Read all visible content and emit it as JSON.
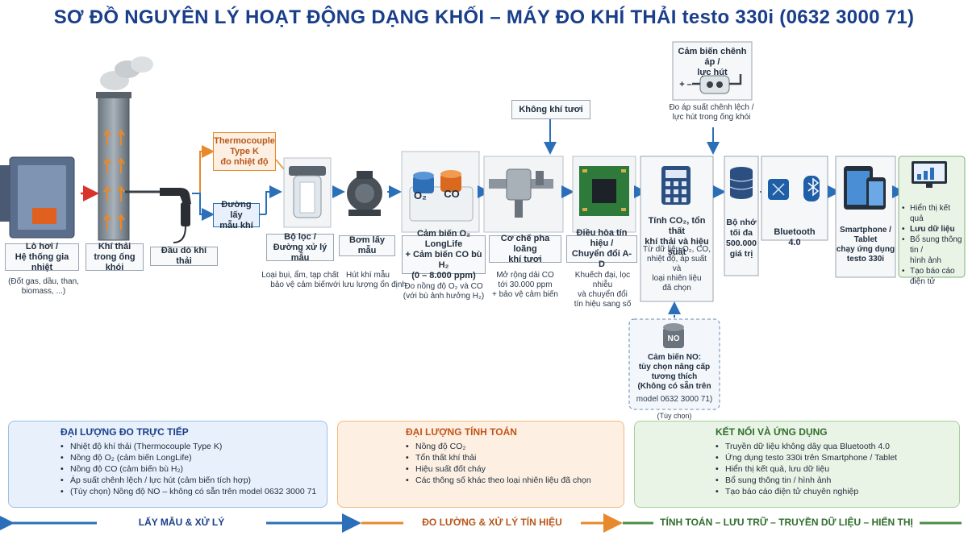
{
  "title": "SƠ ĐỒ NGUYÊN LÝ HOẠT ĐỘNG DẠNG KHỐI – MÁY ĐO KHÍ THẢI testo 330i (0632 3000 71)",
  "boiler": {
    "label": "Lò hơi /\nHệ thống gia nhiệt",
    "note": "(Đốt gas, dầu, than,\nbiomass, ...)"
  },
  "chimney": {
    "label": "Khí thải\ntrong ống khói"
  },
  "probe": {
    "label": "Đầu dò khí thải"
  },
  "thermocouple": {
    "label": "Thermocouple\nType K\nđo nhiệt độ"
  },
  "gas_path": {
    "label": "Đường lấy\nmẫu khí"
  },
  "filter": {
    "label": "Bộ lọc /\nĐường xử lý mẫu",
    "note": "Loại bụi, ẩm, tạp chất\nbảo vệ cảm biến"
  },
  "pump": {
    "label": "Bơm lấy mẫu",
    "note": "Hút khí mẫu\nvới lưu lượng ổn định"
  },
  "sensors": {
    "label_l1": "Cảm biến O₂ LongLife",
    "label_l2": "+ Cảm biến CO bù H₂",
    "label_l3": "(0 – 8.000 ppm)",
    "note": "Đo nồng độ O₂ và CO\n(với bù ảnh hưởng H₂)",
    "o2_tag": "O₂",
    "co_tag": "CO"
  },
  "fresh_air": {
    "label": "Không khí tươi"
  },
  "dilution": {
    "label": "Cơ chế pha loãng\nkhí tươi",
    "note": "Mở rộng dải CO\ntới 30.000 ppm\n+ bảo vệ cảm biến"
  },
  "signal": {
    "label": "Điều hòa tín hiệu /\nChuyển đổi A-D",
    "note": "Khuếch đại, lọc nhiễu\nvà chuyển đổi\ntín hiệu sang số"
  },
  "pressure": {
    "label": "Cảm biến chênh áp /\nlực hút",
    "note": "Đo áp suất chênh lệch /\nlực hút trong ống khói",
    "sign": "+ –"
  },
  "processor": {
    "label": "Tính CO₂, tổn thất\nkhí thải và hiệu suất",
    "note": "Từ dữ liệu O₂, CO,\nnhiệt độ, áp suất và\nloại nhiên liệu\nđã chọn"
  },
  "no_sensor": {
    "label": "Cảm biến NO:\ntùy chọn nâng cấp\ntương thích\n(Không có sẵn trên",
    "label2": "model 0632 3000 71)",
    "tag": "NO",
    "optional": "(Tùy chọn)"
  },
  "memory": {
    "label": "Bộ nhớ\ntối đa\n500.000\ngiá trị"
  },
  "bluetooth": {
    "label": "Bluetooth\n4.0"
  },
  "smartphone": {
    "label": "Smartphone / Tablet\nchạy ứng dụng\ntesto 330i"
  },
  "result": {
    "items": [
      "Hiển thị kết quả",
      "Lưu dữ liệu",
      "Bổ sung thông tin /\nhình ảnh",
      "Tạo báo cáo điện tử"
    ]
  },
  "panel_direct": {
    "title": "ĐẠI LƯỢNG ĐO TRỰC TIẾP",
    "items": [
      "Nhiệt độ khí thải (Thermocouple Type K)",
      "Nồng độ O₂ (cảm biến LongLife)",
      "Nồng độ CO (cảm biến bù H₂)",
      "Áp suất chênh lệch / lực hút (cảm biến tích hợp)",
      "(Tùy chọn) Nồng độ NO – không có sẵn trên model 0632 3000 71"
    ]
  },
  "panel_calc": {
    "title": "ĐẠI LƯỢNG TÍNH TOÁN",
    "items": [
      "Nồng độ CO₂",
      "Tổn thất khí thải",
      "Hiệu suất đốt cháy",
      "Các thông số khác theo loại nhiên liệu đã chọn"
    ]
  },
  "panel_conn": {
    "title": "KẾT NỐI VÀ ỨNG DỤNG",
    "items": [
      "Truyền dữ liệu không dây qua Bluetooth 4.0",
      "Ứng dụng testo 330i trên Smartphone / Tablet",
      "Hiển thị kết quả, lưu dữ liệu",
      "Bổ sung thông tin / hình ảnh",
      "Tạo báo cáo điện tử chuyên nghiệp"
    ]
  },
  "stages": [
    "LẤY MẪU & XỬ LÝ",
    "ĐO LƯỜNG & XỬ LÝ TÍN HIỆU",
    "TÍNH TOÁN – LƯU TRỮ – TRUYỀN DỮ LIỆU – HIỂN THỊ"
  ],
  "colors": {
    "title": "#1a3f8a",
    "arrow_blue": "#2a6fb8",
    "arrow_orange": "#e8892b",
    "blue_panel": "#e8f1fb",
    "orange_panel": "#fdf0e2",
    "green_panel": "#eaf4e6"
  }
}
